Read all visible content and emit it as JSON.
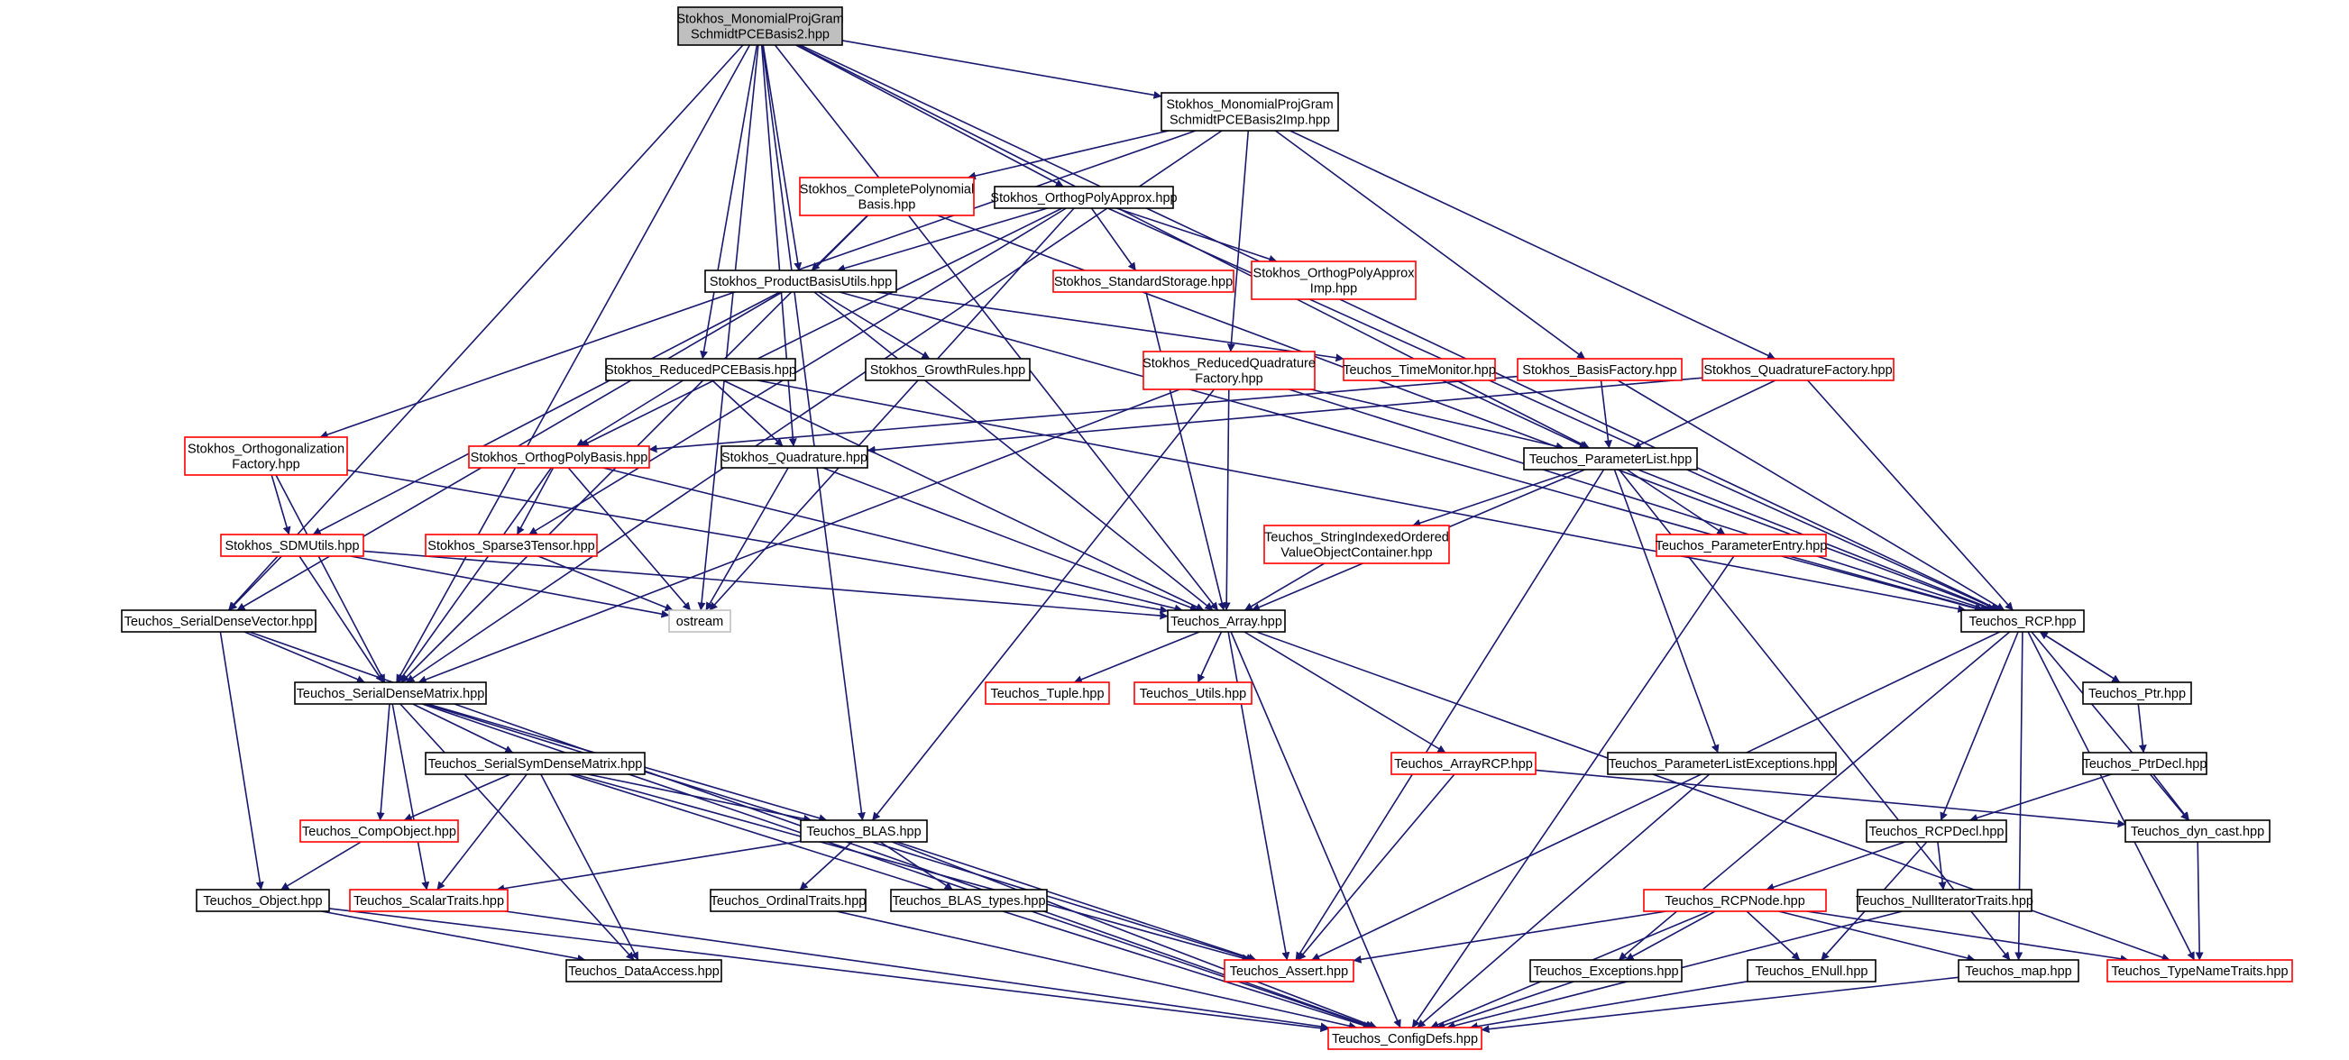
{
  "colors": {
    "edge": "#191970",
    "border_default": "#000000",
    "border_red": "#ff0000",
    "border_gray": "#bfbfbf",
    "fill_root": "#bfbfbf",
    "fill_default": "#ffffff"
  },
  "nodes": [
    {
      "id": "root",
      "lines": [
        "Stokhos_MonomialProjGram",
        "SchmidtPCEBasis2.hpp"
      ],
      "style": "root"
    },
    {
      "id": "imp",
      "lines": [
        "Stokhos_MonomialProjGram",
        "SchmidtPCEBasis2Imp.hpp"
      ],
      "style": "black"
    },
    {
      "id": "cpb",
      "lines": [
        "Stokhos_CompletePolynomial",
        "Basis.hpp"
      ],
      "style": "red"
    },
    {
      "id": "opa",
      "lines": [
        "Stokhos_OrthogPolyApprox.hpp"
      ],
      "style": "black"
    },
    {
      "id": "pbu",
      "lines": [
        "Stokhos_ProductBasisUtils.hpp"
      ],
      "style": "black"
    },
    {
      "id": "ss",
      "lines": [
        "Stokhos_StandardStorage.hpp"
      ],
      "style": "red"
    },
    {
      "id": "opaimp",
      "lines": [
        "Stokhos_OrthogPolyApprox",
        "Imp.hpp"
      ],
      "style": "red"
    },
    {
      "id": "rpce",
      "lines": [
        "Stokhos_ReducedPCEBasis.hpp"
      ],
      "style": "black"
    },
    {
      "id": "gr",
      "lines": [
        "Stokhos_GrowthRules.hpp"
      ],
      "style": "black"
    },
    {
      "id": "rqf",
      "lines": [
        "Stokhos_ReducedQuadrature",
        "Factory.hpp"
      ],
      "style": "red"
    },
    {
      "id": "tm",
      "lines": [
        "Teuchos_TimeMonitor.hpp"
      ],
      "style": "red"
    },
    {
      "id": "bf",
      "lines": [
        "Stokhos_BasisFactory.hpp"
      ],
      "style": "red"
    },
    {
      "id": "qf",
      "lines": [
        "Stokhos_QuadratureFactory.hpp"
      ],
      "style": "red"
    },
    {
      "id": "of",
      "lines": [
        "Stokhos_Orthogonalization",
        "Factory.hpp"
      ],
      "style": "red"
    },
    {
      "id": "opb",
      "lines": [
        "Stokhos_OrthogPolyBasis.hpp"
      ],
      "style": "red"
    },
    {
      "id": "quad",
      "lines": [
        "Stokhos_Quadrature.hpp"
      ],
      "style": "black"
    },
    {
      "id": "pl",
      "lines": [
        "Teuchos_ParameterList.hpp"
      ],
      "style": "black"
    },
    {
      "id": "sdm",
      "lines": [
        "Stokhos_SDMUtils.hpp"
      ],
      "style": "red"
    },
    {
      "id": "s3t",
      "lines": [
        "Stokhos_Sparse3Tensor.hpp"
      ],
      "style": "red"
    },
    {
      "id": "sio",
      "lines": [
        "Teuchos_StringIndexedOrdered",
        "ValueObjectContainer.hpp"
      ],
      "style": "red"
    },
    {
      "id": "pe",
      "lines": [
        "Teuchos_ParameterEntry.hpp"
      ],
      "style": "red"
    },
    {
      "id": "sdv",
      "lines": [
        "Teuchos_SerialDenseVector.hpp"
      ],
      "style": "black"
    },
    {
      "id": "ostream",
      "lines": [
        "ostream"
      ],
      "style": "gray"
    },
    {
      "id": "arr",
      "lines": [
        "Teuchos_Array.hpp"
      ],
      "style": "black"
    },
    {
      "id": "rcp",
      "lines": [
        "Teuchos_RCP.hpp"
      ],
      "style": "black"
    },
    {
      "id": "sdmat",
      "lines": [
        "Teuchos_SerialDenseMatrix.hpp"
      ],
      "style": "black"
    },
    {
      "id": "tuple",
      "lines": [
        "Teuchos_Tuple.hpp"
      ],
      "style": "red"
    },
    {
      "id": "utils",
      "lines": [
        "Teuchos_Utils.hpp"
      ],
      "style": "red"
    },
    {
      "id": "ptr",
      "lines": [
        "Teuchos_Ptr.hpp"
      ],
      "style": "black"
    },
    {
      "id": "ssdm",
      "lines": [
        "Teuchos_SerialSymDenseMatrix.hpp"
      ],
      "style": "black"
    },
    {
      "id": "arcp",
      "lines": [
        "Teuchos_ArrayRCP.hpp"
      ],
      "style": "red"
    },
    {
      "id": "ple",
      "lines": [
        "Teuchos_ParameterListExceptions.hpp"
      ],
      "style": "black"
    },
    {
      "id": "ptrdecl",
      "lines": [
        "Teuchos_PtrDecl.hpp"
      ],
      "style": "black"
    },
    {
      "id": "co",
      "lines": [
        "Teuchos_CompObject.hpp"
      ],
      "style": "red"
    },
    {
      "id": "blas",
      "lines": [
        "Teuchos_BLAS.hpp"
      ],
      "style": "black"
    },
    {
      "id": "rcpdecl",
      "lines": [
        "Teuchos_RCPDecl.hpp"
      ],
      "style": "black"
    },
    {
      "id": "dyn",
      "lines": [
        "Teuchos_dyn_cast.hpp"
      ],
      "style": "black"
    },
    {
      "id": "obj",
      "lines": [
        "Teuchos_Object.hpp"
      ],
      "style": "black"
    },
    {
      "id": "st",
      "lines": [
        "Teuchos_ScalarTraits.hpp"
      ],
      "style": "red"
    },
    {
      "id": "ot",
      "lines": [
        "Teuchos_OrdinalTraits.hpp"
      ],
      "style": "black"
    },
    {
      "id": "blast",
      "lines": [
        "Teuchos_BLAS_types.hpp"
      ],
      "style": "black"
    },
    {
      "id": "rcpnode",
      "lines": [
        "Teuchos_RCPNode.hpp"
      ],
      "style": "red"
    },
    {
      "id": "nit",
      "lines": [
        "Teuchos_NullIteratorTraits.hpp"
      ],
      "style": "black"
    },
    {
      "id": "da",
      "lines": [
        "Teuchos_DataAccess.hpp"
      ],
      "style": "black"
    },
    {
      "id": "assert",
      "lines": [
        "Teuchos_Assert.hpp"
      ],
      "style": "red"
    },
    {
      "id": "exc",
      "lines": [
        "Teuchos_Exceptions.hpp"
      ],
      "style": "black"
    },
    {
      "id": "enull",
      "lines": [
        "Teuchos_ENull.hpp"
      ],
      "style": "black"
    },
    {
      "id": "map",
      "lines": [
        "Teuchos_map.hpp"
      ],
      "style": "black"
    },
    {
      "id": "tnt",
      "lines": [
        "Teuchos_TypeNameTraits.hpp"
      ],
      "style": "red"
    },
    {
      "id": "cfg",
      "lines": [
        "Teuchos_ConfigDefs.hpp"
      ],
      "style": "red"
    }
  ],
  "edges": [
    [
      "root",
      "imp"
    ],
    [
      "root",
      "opa"
    ],
    [
      "root",
      "pbu"
    ],
    [
      "root",
      "rpce"
    ],
    [
      "root",
      "quad"
    ],
    [
      "root",
      "sdv"
    ],
    [
      "root",
      "sdmat"
    ],
    [
      "root",
      "blas"
    ],
    [
      "root",
      "ostream"
    ],
    [
      "root",
      "arr"
    ],
    [
      "root",
      "rcp"
    ],
    [
      "root",
      "pl"
    ],
    [
      "imp",
      "cpb"
    ],
    [
      "imp",
      "rqf"
    ],
    [
      "imp",
      "bf"
    ],
    [
      "imp",
      "qf"
    ],
    [
      "imp",
      "of"
    ],
    [
      "imp",
      "sdmat"
    ],
    [
      "cpb",
      "pbu"
    ],
    [
      "cpb",
      "sdmat"
    ],
    [
      "cpb",
      "rcp"
    ],
    [
      "opa",
      "pbu"
    ],
    [
      "opa",
      "ss"
    ],
    [
      "opa",
      "opaimp"
    ],
    [
      "opa",
      "opb"
    ],
    [
      "opa",
      "s3t"
    ],
    [
      "opa",
      "rcp"
    ],
    [
      "opa",
      "ostream"
    ],
    [
      "pbu",
      "gr"
    ],
    [
      "pbu",
      "tm"
    ],
    [
      "pbu",
      "sdm"
    ],
    [
      "pbu",
      "sdv"
    ],
    [
      "pbu",
      "arr"
    ],
    [
      "pbu",
      "rcp"
    ],
    [
      "ss",
      "arr"
    ],
    [
      "rpce",
      "opb"
    ],
    [
      "rpce",
      "quad"
    ],
    [
      "rpce",
      "arr"
    ],
    [
      "rpce",
      "rcp"
    ],
    [
      "rqf",
      "pl"
    ],
    [
      "rqf",
      "arr"
    ],
    [
      "rqf",
      "sdmat"
    ],
    [
      "rqf",
      "blas"
    ],
    [
      "rqf",
      "rcp"
    ],
    [
      "tm",
      "pl"
    ],
    [
      "bf",
      "pl"
    ],
    [
      "bf",
      "opb"
    ],
    [
      "bf",
      "rcp"
    ],
    [
      "qf",
      "pl"
    ],
    [
      "qf",
      "quad"
    ],
    [
      "qf",
      "rcp"
    ],
    [
      "of",
      "sdm"
    ],
    [
      "of",
      "sdmat"
    ],
    [
      "of",
      "arr"
    ],
    [
      "opb",
      "s3t"
    ],
    [
      "opb",
      "ostream"
    ],
    [
      "opb",
      "arr"
    ],
    [
      "opb",
      "sdmat"
    ],
    [
      "quad",
      "ostream"
    ],
    [
      "quad",
      "arr"
    ],
    [
      "pl",
      "sio"
    ],
    [
      "pl",
      "pe"
    ],
    [
      "pl",
      "arr"
    ],
    [
      "pl",
      "rcp"
    ],
    [
      "pl",
      "ple"
    ],
    [
      "pl",
      "assert"
    ],
    [
      "pl",
      "map"
    ],
    [
      "sdm",
      "sdv"
    ],
    [
      "sdm",
      "sdmat"
    ],
    [
      "sdm",
      "arr"
    ],
    [
      "sdm",
      "ostream"
    ],
    [
      "s3t",
      "ostream"
    ],
    [
      "sio",
      "arr"
    ],
    [
      "pe",
      "rcp"
    ],
    [
      "pe",
      "cfg"
    ],
    [
      "sdv",
      "sdmat"
    ],
    [
      "sdv",
      "obj"
    ],
    [
      "sdv",
      "cfg"
    ],
    [
      "arr",
      "tuple"
    ],
    [
      "arr",
      "utils"
    ],
    [
      "arr",
      "arcp"
    ],
    [
      "arr",
      "assert"
    ],
    [
      "arr",
      "tnt"
    ],
    [
      "arr",
      "cfg"
    ],
    [
      "rcp",
      "ptr"
    ],
    [
      "rcp",
      "rcpdecl"
    ],
    [
      "rcp",
      "dyn"
    ],
    [
      "rcp",
      "assert"
    ],
    [
      "rcp",
      "exc"
    ],
    [
      "rcp",
      "map"
    ],
    [
      "rcp",
      "tnt"
    ],
    [
      "ptr",
      "rcp"
    ],
    [
      "ptr",
      "ptrdecl"
    ],
    [
      "sdmat",
      "ssdm"
    ],
    [
      "sdmat",
      "co"
    ],
    [
      "sdmat",
      "st"
    ],
    [
      "sdmat",
      "blas"
    ],
    [
      "sdmat",
      "da"
    ],
    [
      "sdmat",
      "assert"
    ],
    [
      "sdmat",
      "cfg"
    ],
    [
      "ssdm",
      "co"
    ],
    [
      "ssdm",
      "blas"
    ],
    [
      "ssdm",
      "st"
    ],
    [
      "ssdm",
      "da"
    ],
    [
      "ssdm",
      "assert"
    ],
    [
      "ssdm",
      "cfg"
    ],
    [
      "arcp",
      "assert"
    ],
    [
      "arcp",
      "dyn"
    ],
    [
      "ple",
      "cfg"
    ],
    [
      "ptrdecl",
      "rcpdecl"
    ],
    [
      "ptrdecl",
      "dyn"
    ],
    [
      "co",
      "obj"
    ],
    [
      "blas",
      "ot"
    ],
    [
      "blas",
      "blast"
    ],
    [
      "blas",
      "st"
    ],
    [
      "blas",
      "assert"
    ],
    [
      "blas",
      "cfg"
    ],
    [
      "rcpdecl",
      "rcpnode"
    ],
    [
      "rcpdecl",
      "nit"
    ],
    [
      "rcpdecl",
      "enull"
    ],
    [
      "dyn",
      "tnt"
    ],
    [
      "obj",
      "da"
    ],
    [
      "obj",
      "cfg"
    ],
    [
      "st",
      "cfg"
    ],
    [
      "ot",
      "cfg"
    ],
    [
      "rcpnode",
      "assert"
    ],
    [
      "rcpnode",
      "exc"
    ],
    [
      "rcpnode",
      "enull"
    ],
    [
      "rcpnode",
      "map"
    ],
    [
      "rcpnode",
      "tnt"
    ],
    [
      "rcpnode",
      "cfg"
    ],
    [
      "nit",
      "cfg"
    ],
    [
      "exc",
      "cfg"
    ],
    [
      "enull",
      "cfg"
    ],
    [
      "map",
      "cfg"
    ]
  ]
}
